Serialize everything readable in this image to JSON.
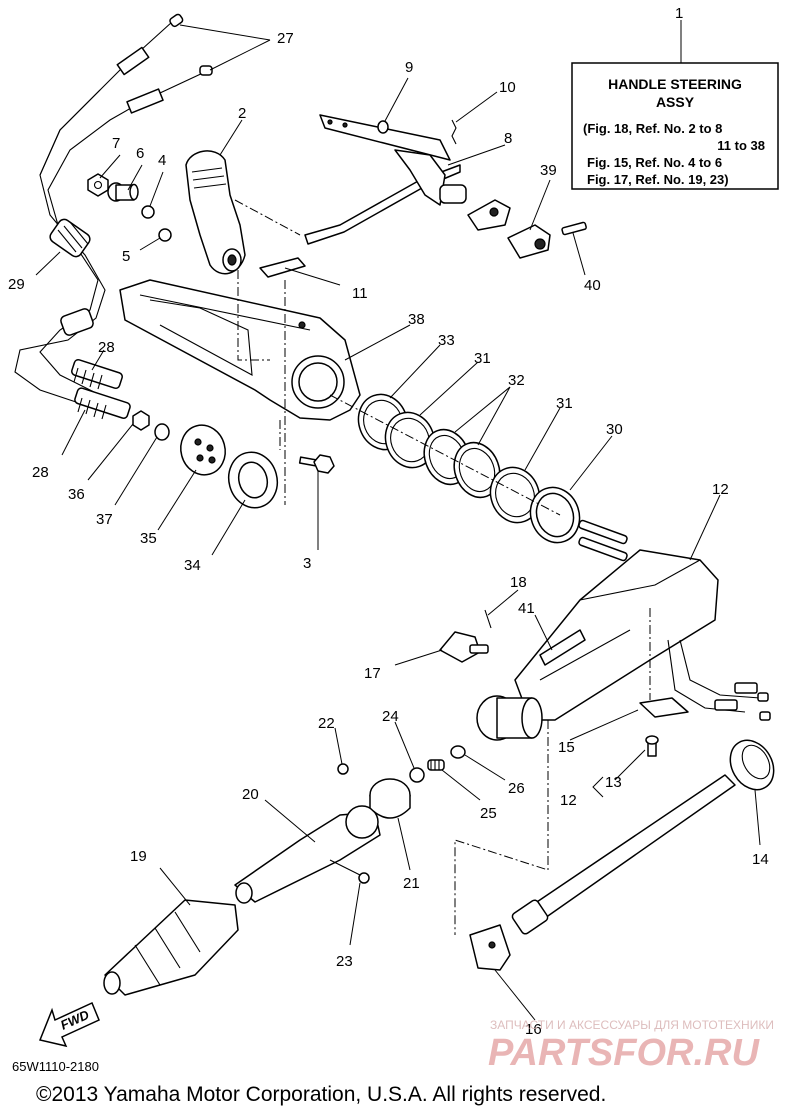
{
  "diagram": {
    "info_box": {
      "title_line1": "HANDLE STEERING",
      "title_line2": "ASSY",
      "lines": [
        "(Fig. 18, Ref. No. 2 to 8",
        "11 to 38",
        "Fig. 15, Ref. No. 4 to 6",
        "Fig. 17, Ref. No. 19, 23)"
      ]
    },
    "labels": {
      "r1": "1",
      "r2": "2",
      "r3": "3",
      "r4": "4",
      "r5": "5",
      "r6": "6",
      "r7": "7",
      "r8": "8",
      "r9": "9",
      "r10": "10",
      "r11": "11",
      "r12a": "12",
      "r12b": "12",
      "r13": "13",
      "r14": "14",
      "r15": "15",
      "r16": "16",
      "r17": "17",
      "r18": "18",
      "r19": "19",
      "r20": "20",
      "r21": "21",
      "r22": "22",
      "r23": "23",
      "r24": "24",
      "r25": "25",
      "r26": "26",
      "r27": "27",
      "r28a": "28",
      "r28b": "28",
      "r29": "29",
      "r30": "30",
      "r31a": "31",
      "r31b": "31",
      "r32": "32",
      "r33": "33",
      "r34": "34",
      "r35": "35",
      "r36": "36",
      "r37": "37",
      "r38": "38",
      "r39": "39",
      "r40": "40",
      "r41": "41"
    },
    "fwd_label": "FWD",
    "drawing_code": "65W1110-2180",
    "copyright": "©2013 Yamaha Motor Corporation, U.S.A. All rights reserved.",
    "watermark_tagline": "ЗАПЧАСТИ И АКСЕССУАРЫ ДЛЯ МОТОТЕХНИКИ",
    "watermark_logo": "PARTSFOR.RU"
  }
}
